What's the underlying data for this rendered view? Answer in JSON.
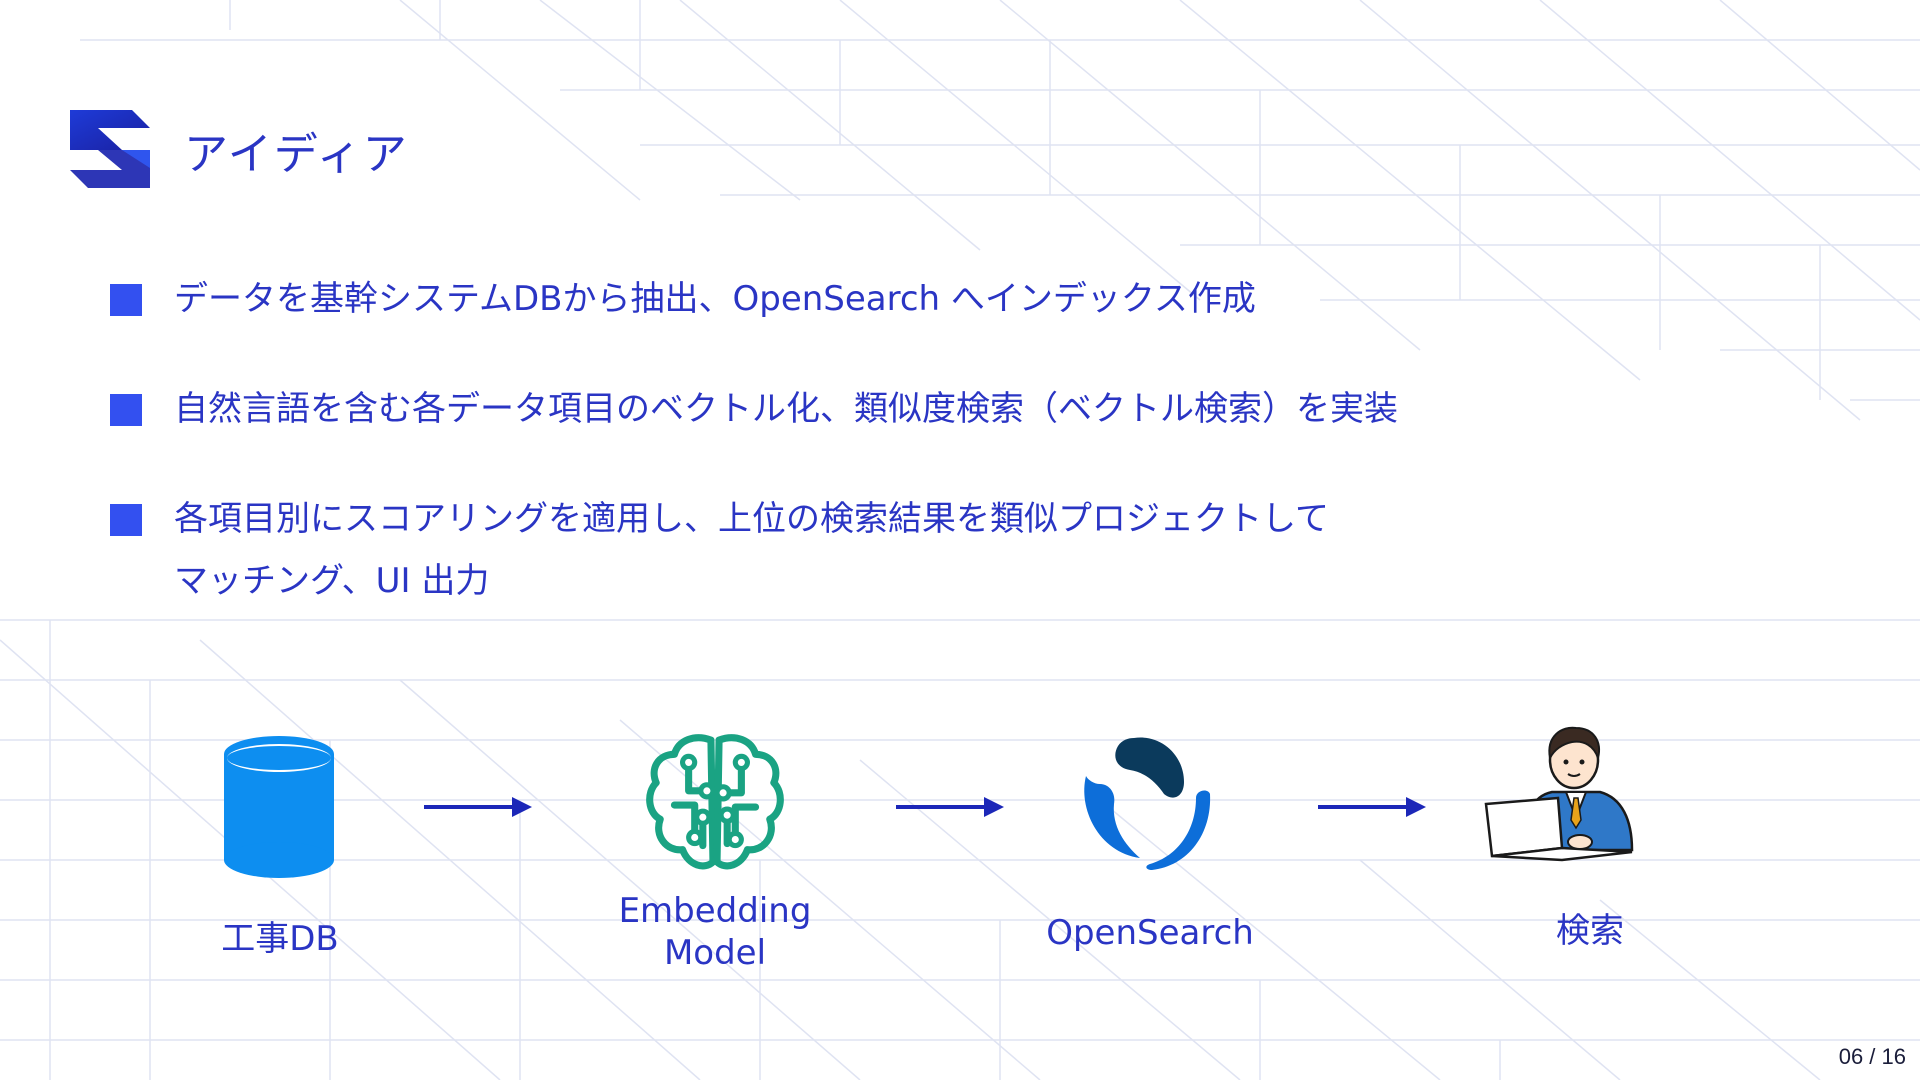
{
  "slide": {
    "title": "アイディア",
    "page_number": "06 / 16"
  },
  "bullets": [
    {
      "line1": "データを基幹システムDBから抽出、OpenSearch へインデックス作成"
    },
    {
      "line1": "自然言語を含む各データ項目のベクトル化、類似度検索（ベクトル検索）を実装"
    },
    {
      "line1": "各項目別にスコアリングを適用し、上位の検索結果を類似プロジェクトして",
      "line2": "マッチング、UI 出力"
    }
  ],
  "flow": {
    "steps": [
      {
        "label": "工事DB",
        "icon": "database-icon"
      },
      {
        "label_line1": "Embedding",
        "label_line2": "Model",
        "icon": "ai-brain-circuit-icon"
      },
      {
        "label": "OpenSearch",
        "icon": "opensearch-logo-icon"
      },
      {
        "label": "検索",
        "icon": "person-laptop-icon"
      }
    ],
    "arrow_icon": "arrow-right-icon"
  },
  "colors": {
    "accent": "#2a35c4",
    "bullet": "#3350f0",
    "database": "#0d8ef0",
    "brain": "#1aa383",
    "opensearch_dark": "#0b3a5c",
    "opensearch_blue": "#0d6ed9",
    "grid_lines": "#d9def0"
  }
}
